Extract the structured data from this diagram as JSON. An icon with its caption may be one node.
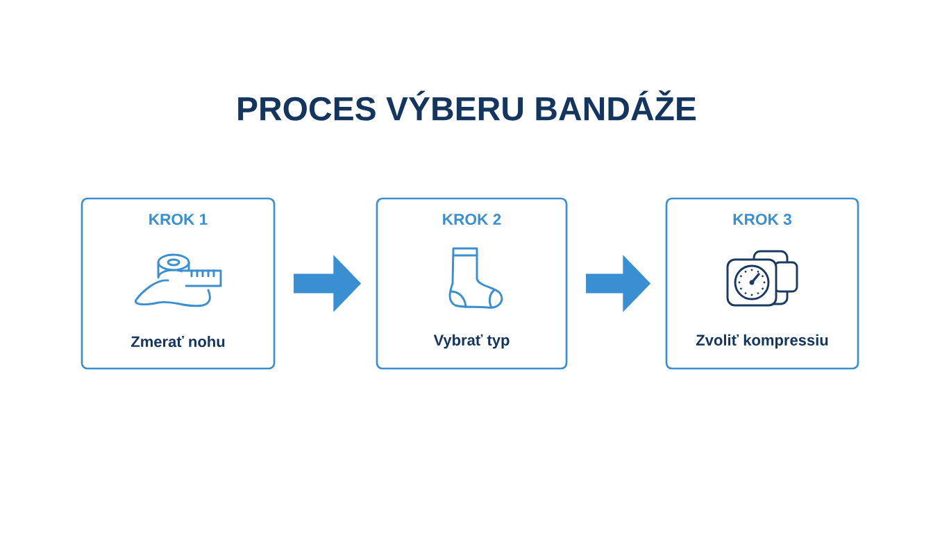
{
  "diagram": {
    "title": "PROCES VÝBERU BANDÁŽE",
    "nodes": [
      {
        "text": [
          "KROK 1",
          "Zmerať nohu"
        ]
      },
      {
        "text": [
          "KROK 2",
          "Vybrať typ"
        ]
      },
      {
        "text": [
          "KROK 3",
          "Zvoliť kompressiu"
        ]
      }
    ],
    "edges": [
      {
        "from": 0,
        "to": 1,
        "arrow": "to"
      },
      {
        "from": 1,
        "to": 2,
        "arrow": "to"
      }
    ]
  }
}
